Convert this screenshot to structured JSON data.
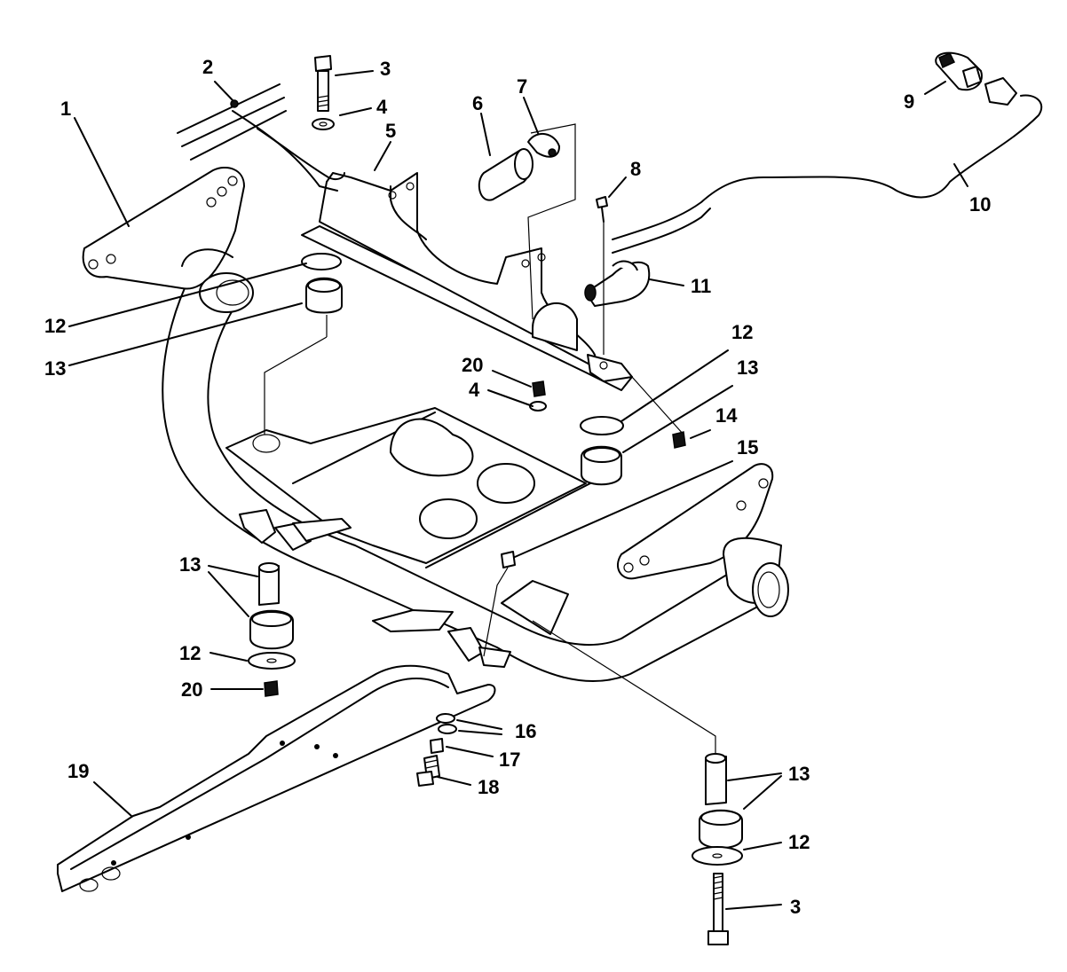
{
  "callouts": [
    {
      "n": "1"
    },
    {
      "n": "2"
    },
    {
      "n": "3"
    },
    {
      "n": "4"
    },
    {
      "n": "5"
    },
    {
      "n": "6"
    },
    {
      "n": "7"
    },
    {
      "n": "8"
    },
    {
      "n": "9"
    },
    {
      "n": "10"
    },
    {
      "n": "11"
    },
    {
      "n": "12"
    },
    {
      "n": "13"
    },
    {
      "n": "20"
    },
    {
      "n": "4"
    },
    {
      "n": "12"
    },
    {
      "n": "13"
    },
    {
      "n": "14"
    },
    {
      "n": "15"
    },
    {
      "n": "13"
    },
    {
      "n": "12"
    },
    {
      "n": "20"
    },
    {
      "n": "16"
    },
    {
      "n": "17"
    },
    {
      "n": "18"
    },
    {
      "n": "19"
    },
    {
      "n": "13"
    },
    {
      "n": "12"
    },
    {
      "n": "3"
    }
  ]
}
